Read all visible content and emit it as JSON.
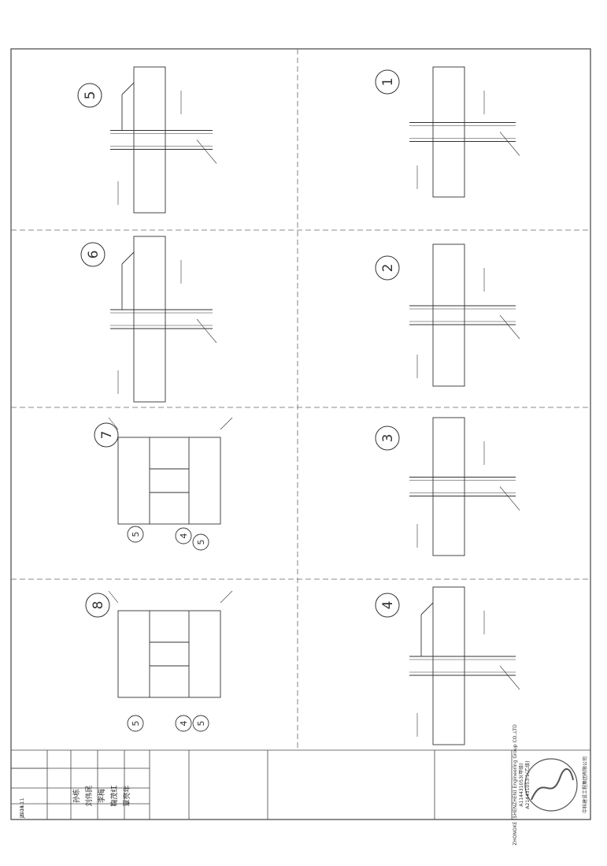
{
  "details": [
    {
      "number": "1"
    },
    {
      "number": "2"
    },
    {
      "number": "3"
    },
    {
      "number": "4"
    },
    {
      "number": "5"
    },
    {
      "number": "6"
    },
    {
      "number": "7"
    },
    {
      "number": "8"
    }
  ],
  "weld_marks": {
    "d7_a": "5",
    "d7_b": "4",
    "d7_c": "5",
    "d8_a": "5",
    "d8_b": "4",
    "d8_c": "5"
  },
  "title_block": {
    "company_en": "ZHONGKE (SHENZHEN) Engineering Group CO.,LTD",
    "cert_line_1": "A114431053(甲级)",
    "cert_line_2": "A214431053-1(乙级)",
    "company_cn": "中科建设工程集团有限公司",
    "signatures": [
      "孙栋",
      "刘伟民",
      "李梅",
      "鞠茂红",
      "覃亮年"
    ],
    "date": "2024.11",
    "sheet_no": "JG-15"
  }
}
